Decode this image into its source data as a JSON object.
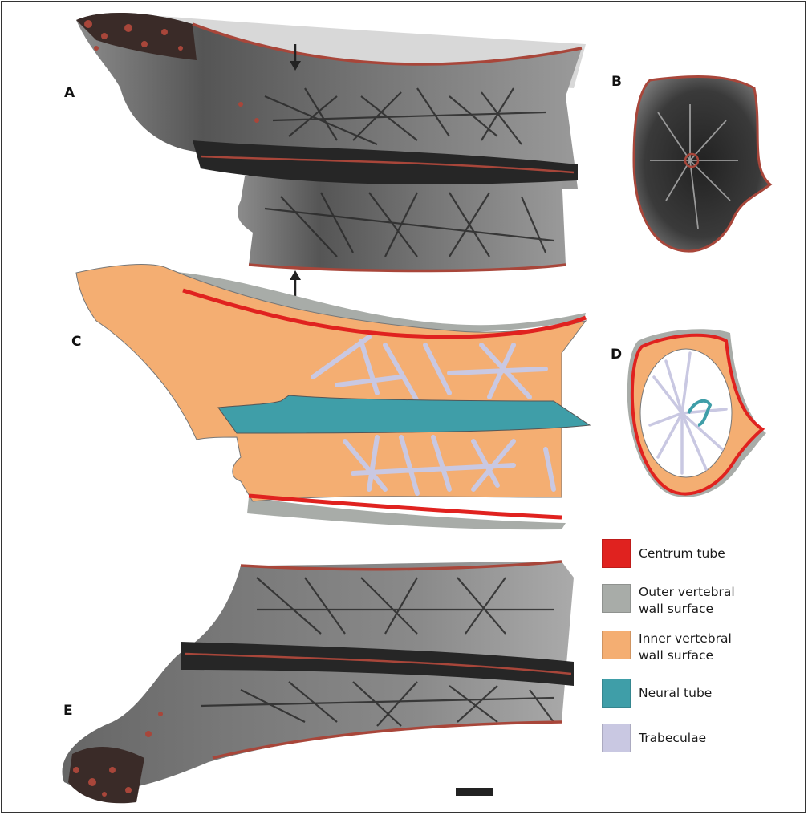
{
  "panels": {
    "a": "A",
    "b": "B",
    "c": "C",
    "d": "D",
    "e": "E"
  },
  "legend": [
    {
      "label": "Centrum tube",
      "color": "#e0221f"
    },
    {
      "label": "Outer vertebral wall surface",
      "color": "#a8aca8"
    },
    {
      "label": "Inner vertebral wall surface",
      "color": "#f4ae72"
    },
    {
      "label": "Neural tube",
      "color": "#3f9ea8"
    },
    {
      "label": "Trabeculae",
      "color": "#c9c8e2"
    }
  ],
  "colors": {
    "bone_dark": "#2e2e2e",
    "bone_light": "#bdbdbd",
    "bone_red": "#a8463a",
    "scale_bar": "#222222"
  },
  "icons": [
    "down-arrow-icon",
    "up-arrow-icon"
  ]
}
